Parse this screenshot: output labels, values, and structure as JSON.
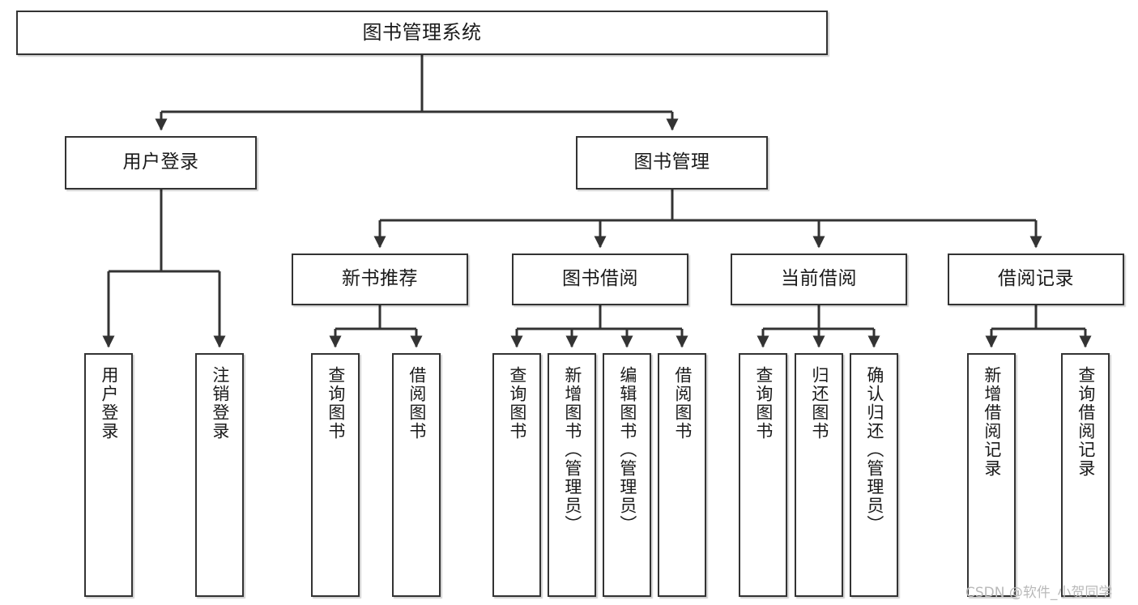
{
  "diagram": {
    "title": "图书管理系统",
    "watermark": "CSDN @软件_小贺同学",
    "stroke_color": "#333333",
    "fill_color": "#ffffff",
    "text_color": "#1a1a1a",
    "watermark_color": "#b9b9b9"
  },
  "nodes": {
    "root": {
      "label": "图书管理系统"
    },
    "l2": [
      {
        "label": "用户登录"
      },
      {
        "label": "图书管理"
      }
    ],
    "l3": [
      {
        "label": "新书推荐"
      },
      {
        "label": "图书借阅"
      },
      {
        "label": "当前借阅"
      },
      {
        "label": "借阅记录"
      }
    ],
    "leaves": {
      "user_login": [
        {
          "label": "用户登录"
        },
        {
          "label": "注销登录"
        }
      ],
      "new_book": [
        {
          "label": "查询图书"
        },
        {
          "label": "借阅图书"
        }
      ],
      "book_borrow": [
        {
          "label": "查询图书"
        },
        {
          "label": "新增图书（管理员）"
        },
        {
          "label": "编辑图书（管理员）"
        },
        {
          "label": "借阅图书"
        }
      ],
      "current_borrow": [
        {
          "label": "查询图书"
        },
        {
          "label": "归还图书"
        },
        {
          "label": "确认归还（管理员）"
        }
      ],
      "borrow_record": [
        {
          "label": "新增借阅记录"
        },
        {
          "label": "查询借阅记录"
        }
      ]
    }
  },
  "chart_data": {
    "type": "table",
    "title": "图书管理系统 功能结构图",
    "tree": {
      "name": "图书管理系统",
      "children": [
        {
          "name": "用户登录",
          "children": [
            {
              "name": "用户登录"
            },
            {
              "name": "注销登录"
            }
          ]
        },
        {
          "name": "图书管理",
          "children": [
            {
              "name": "新书推荐",
              "children": [
                {
                  "name": "查询图书"
                },
                {
                  "name": "借阅图书"
                }
              ]
            },
            {
              "name": "图书借阅",
              "children": [
                {
                  "name": "查询图书"
                },
                {
                  "name": "新增图书（管理员）"
                },
                {
                  "name": "编辑图书（管理员）"
                },
                {
                  "name": "借阅图书"
                }
              ]
            },
            {
              "name": "当前借阅",
              "children": [
                {
                  "name": "查询图书"
                },
                {
                  "name": "归还图书"
                },
                {
                  "name": "确认归还（管理员）"
                }
              ]
            },
            {
              "name": "借阅记录",
              "children": [
                {
                  "name": "新增借阅记录"
                },
                {
                  "name": "查询借阅记录"
                }
              ]
            }
          ]
        }
      ]
    }
  }
}
